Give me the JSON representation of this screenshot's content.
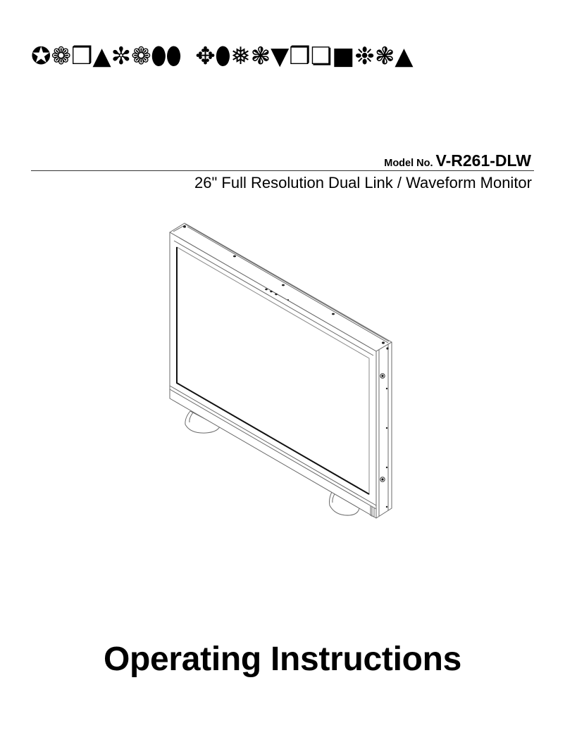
{
  "header": {
    "brand_dingbats": {
      "word1": "✪❁❒▲✼❁⬮⬮",
      "word2": "✥⬮❅❃▼❒❏■❉❃▲"
    },
    "model_label": "Model No.",
    "model_number": "V-R261-DLW",
    "subtitle": "26\" Full Resolution Dual Link / Waveform Monitor"
  },
  "illustration": {
    "subject": "monitor-line-drawing",
    "stroke_color": "#555555",
    "screen_edge_color": "#111111"
  },
  "footer": {
    "title": "Operating Instructions"
  }
}
